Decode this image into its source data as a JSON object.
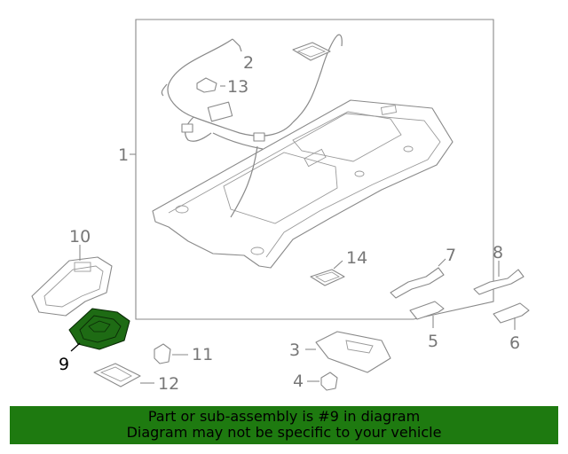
{
  "callouts": {
    "c1": "1",
    "c2": "2",
    "c3": "3",
    "c4": "4",
    "c5": "5",
    "c6": "6",
    "c7": "7",
    "c8": "8",
    "c9": "9",
    "c10": "10",
    "c11": "11",
    "c12": "12",
    "c13": "13",
    "c14": "14"
  },
  "highlight_part": "9",
  "highlight_color": "#1e6b14",
  "banner": {
    "line1": "Part or sub-assembly is #9 in diagram",
    "line2": "Diagram may not be specific to your vehicle",
    "background": "#1e7a10"
  }
}
